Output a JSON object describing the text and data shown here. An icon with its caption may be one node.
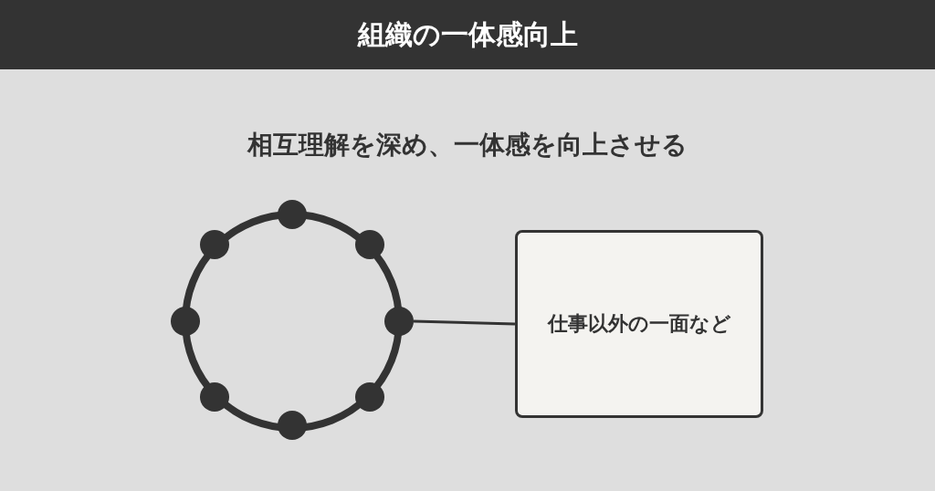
{
  "diagram": {
    "title": "組織の一体感向上",
    "nodes": [
      {
        "text": [],
        "shape": "circle"
      },
      {
        "text": [],
        "shape": "circle"
      },
      {
        "text": [],
        "shape": "circle"
      },
      {
        "text": [],
        "shape": "circle"
      },
      {
        "text": [],
        "shape": "circle"
      },
      {
        "text": [],
        "shape": "circle"
      },
      {
        "text": [],
        "shape": "circle"
      },
      {
        "text": [],
        "shape": "circle"
      },
      {
        "text": [
          "仕事以外の一面など"
        ]
      }
    ],
    "edges": [
      {
        "from": 4,
        "to": 8,
        "arrow": "none"
      }
    ],
    "labels": [
      "相互理解を深め、一体感を向上させる"
    ]
  }
}
